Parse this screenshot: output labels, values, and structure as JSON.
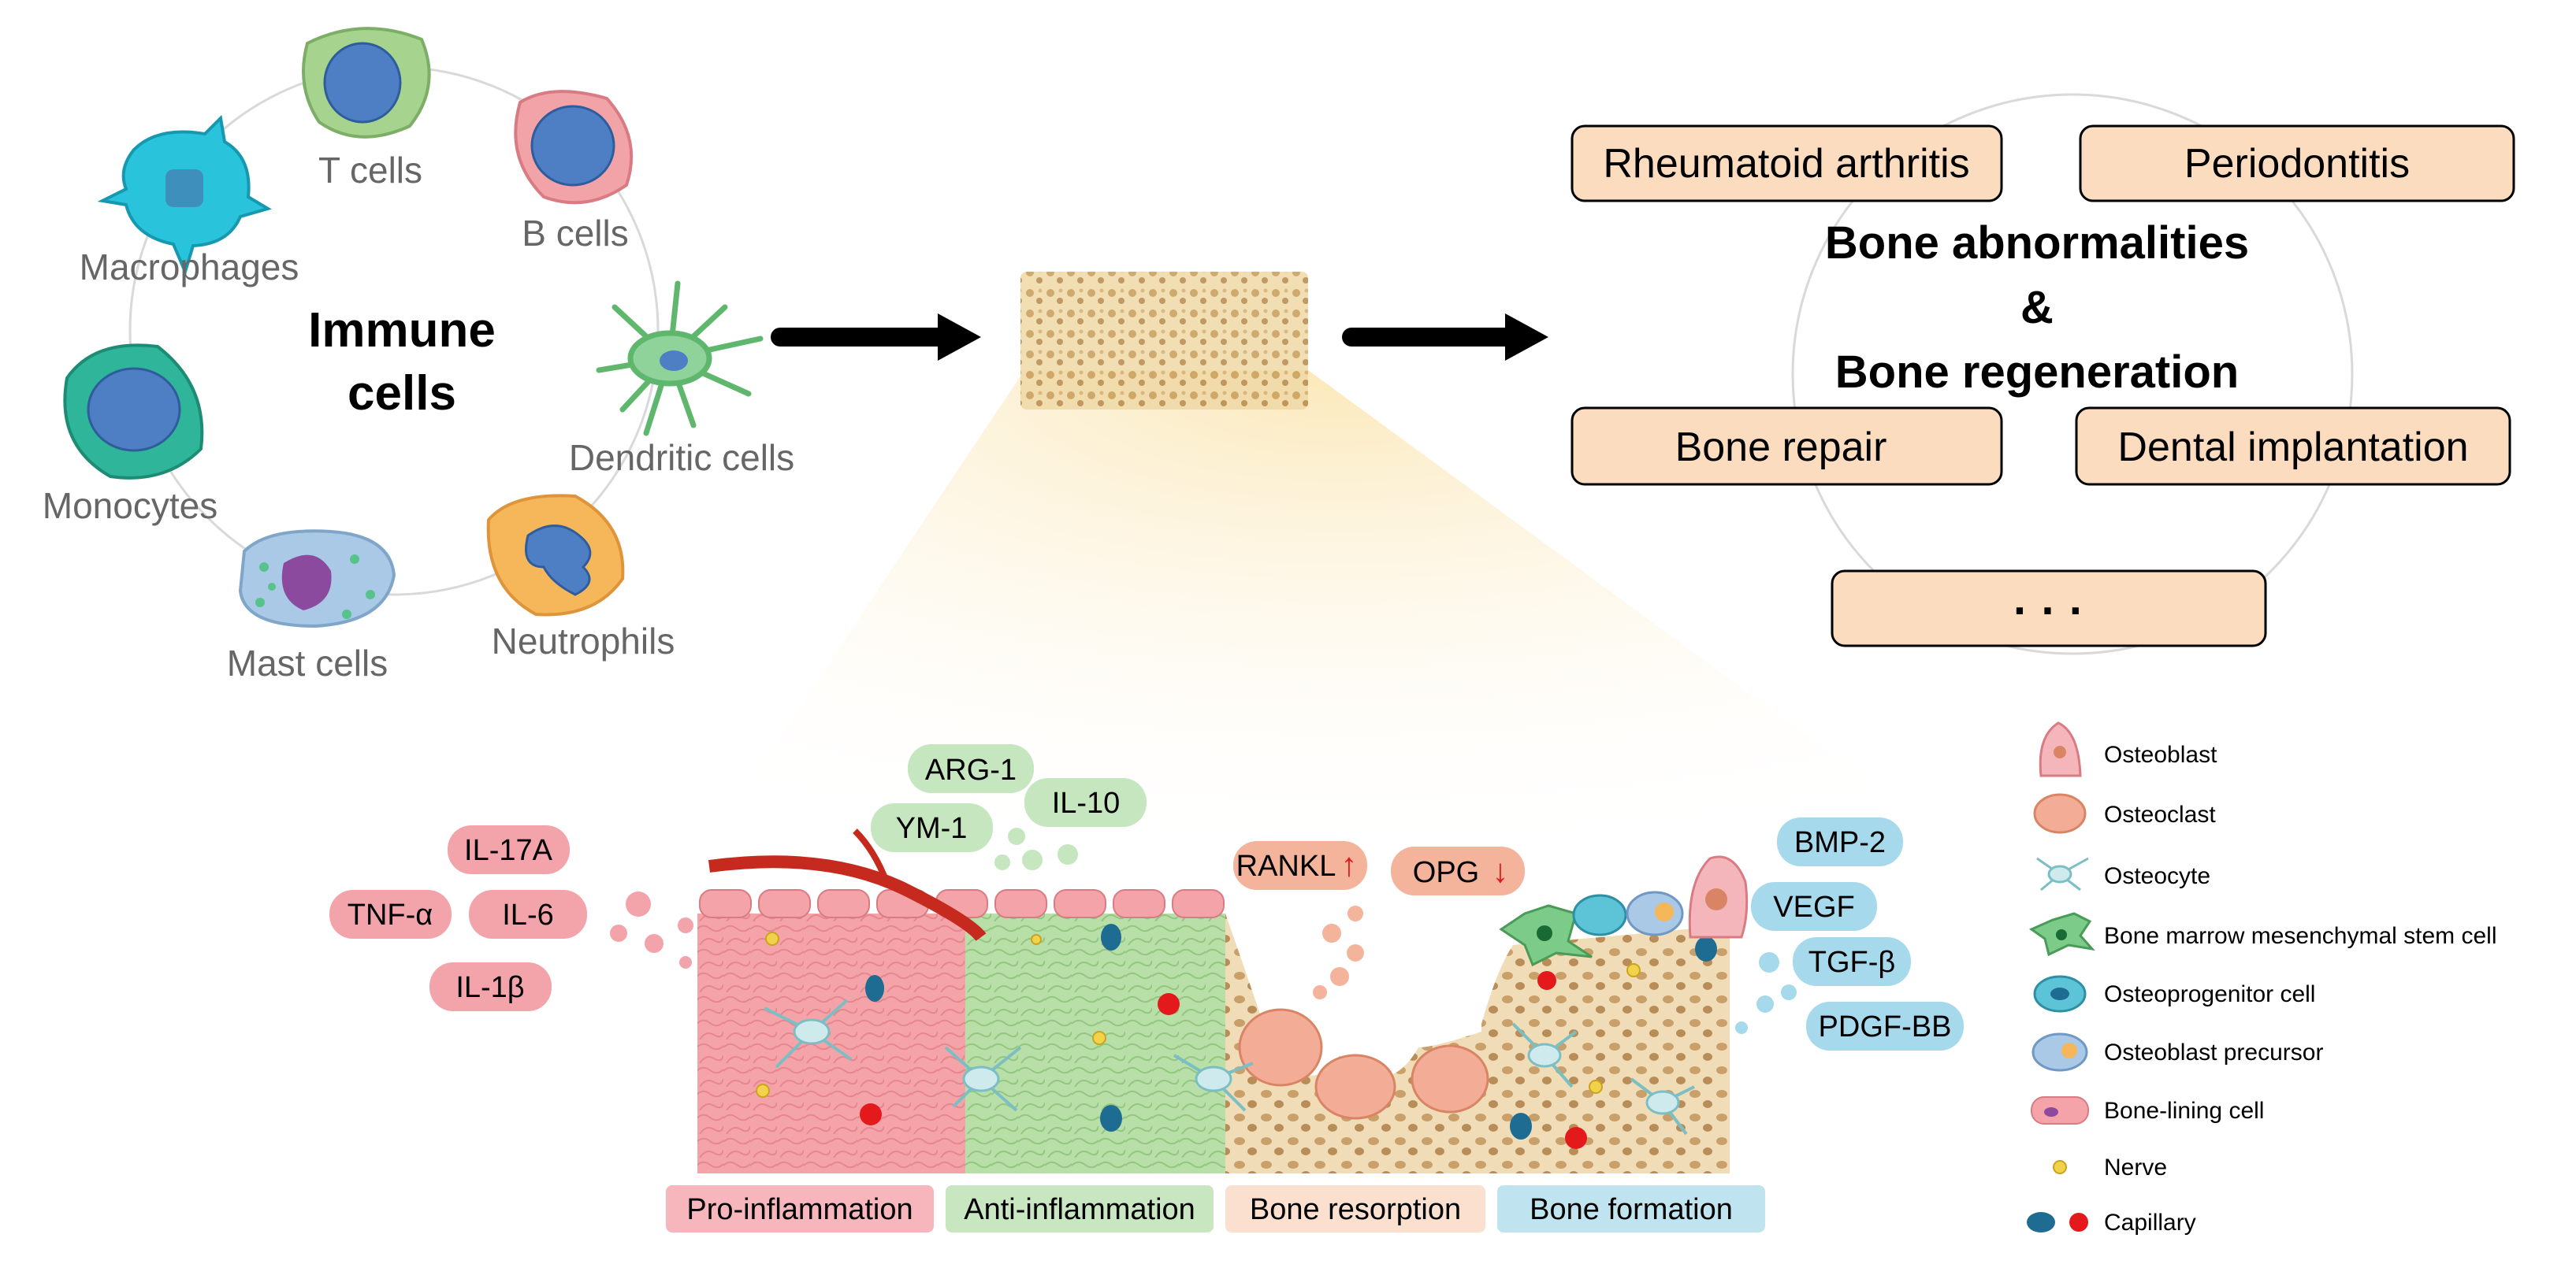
{
  "immune": {
    "center_line1": "Immune",
    "center_line2": "cells",
    "cells": [
      {
        "name": "T cells",
        "color": "#a6d48f"
      },
      {
        "name": "B cells",
        "color": "#f1a3a8"
      },
      {
        "name": "Dendritic cells",
        "color": "#7ccb88"
      },
      {
        "name": "Neutrophils",
        "color": "#f6b75b"
      },
      {
        "name": "Mast cells",
        "color": "#a9c9e6"
      },
      {
        "name": "Monocytes",
        "color": "#2fb59a"
      },
      {
        "name": "Macrophages",
        "color": "#29c4dc"
      }
    ]
  },
  "outcomes": {
    "title_line1": "Bone abnormalities",
    "title_line2": "&",
    "title_line3": "Bone regeneration",
    "boxes": [
      "Rheumatoid arthritis",
      "Periodontitis",
      "Bone repair",
      "Dental implantation",
      "· · ·"
    ],
    "box_color": "#fcdcbf"
  },
  "cytokines": {
    "pro": [
      "IL-17A",
      "TNF-α",
      "IL-6",
      "IL-1β"
    ],
    "anti": [
      "ARG-1",
      "IL-10",
      "YM-1"
    ],
    "resorption": [
      "RANKL",
      "OPG"
    ],
    "formation": [
      "BMP-2",
      "VEGF",
      "TGF-β",
      "PDGF-BB"
    ],
    "up_arrow": "↑",
    "down_arrow": "↓",
    "colors": {
      "pro": "#f3a4ab",
      "anti": "#c5e6bf",
      "resorption": "#f4b49c",
      "formation": "#a6d9ec",
      "arrow": "#e3191c"
    }
  },
  "zones": [
    {
      "label": "Pro-inflammation",
      "color": "#f6b6bc"
    },
    {
      "label": "Anti-inflammation",
      "color": "#c8e6c0"
    },
    {
      "label": "Bone resorption",
      "color": "#fbe0cf"
    },
    {
      "label": "Bone formation",
      "color": "#bfe3ef"
    }
  ],
  "legend": [
    {
      "label": "Osteoblast",
      "icon": "osteoblast-icon"
    },
    {
      "label": "Osteoclast",
      "icon": "osteoclast-icon"
    },
    {
      "label": "Osteocyte",
      "icon": "osteocyte-icon"
    },
    {
      "label": "Bone marrow mesenchymal stem cell",
      "icon": "bmsc-icon"
    },
    {
      "label": "Osteoprogenitor cell",
      "icon": "osteoprogenitor-icon"
    },
    {
      "label": "Osteoblast precursor",
      "icon": "osteoblast-precursor-icon"
    },
    {
      "label": "Bone-lining cell",
      "icon": "bone-lining-cell-icon"
    },
    {
      "label": "Nerve",
      "icon": "nerve-icon"
    },
    {
      "label": "Capillary",
      "icon": "capillary-icon"
    }
  ]
}
